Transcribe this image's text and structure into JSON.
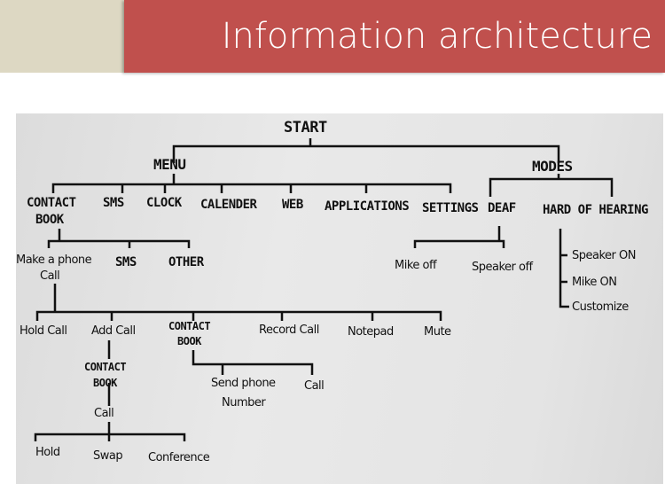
{
  "slide": {
    "title": "Information architecture"
  },
  "diagram": {
    "root": "START",
    "level1": [
      "MENU",
      "MODES"
    ],
    "menu_items": [
      "CONTACT",
      "BOOK",
      "SMS",
      "CLOCK",
      "CALENDER",
      "WEB",
      "APPLICATIONS",
      "SETTINGS"
    ],
    "modes_items": [
      "DEAF",
      "HARD OF HEARING"
    ],
    "contact_book_items": [
      "Make a phone",
      "Call",
      "SMS",
      "OTHER"
    ],
    "call_items": [
      "Hold Call",
      "Add Call",
      "CONTACT",
      "BOOK",
      "Record Call",
      "Notepad",
      "Mute"
    ],
    "add_call_items": [
      "CONTACT",
      "BOOK",
      "Call",
      "Hold",
      "Swap",
      "Conference"
    ],
    "call_contact_book_items": [
      "Send phone",
      "Number",
      "Call"
    ],
    "deaf_items": [
      "Mike off",
      "Speaker off"
    ],
    "hard_of_hearing_items": [
      "Speaker ON",
      "Mike ON",
      "Customize"
    ]
  }
}
